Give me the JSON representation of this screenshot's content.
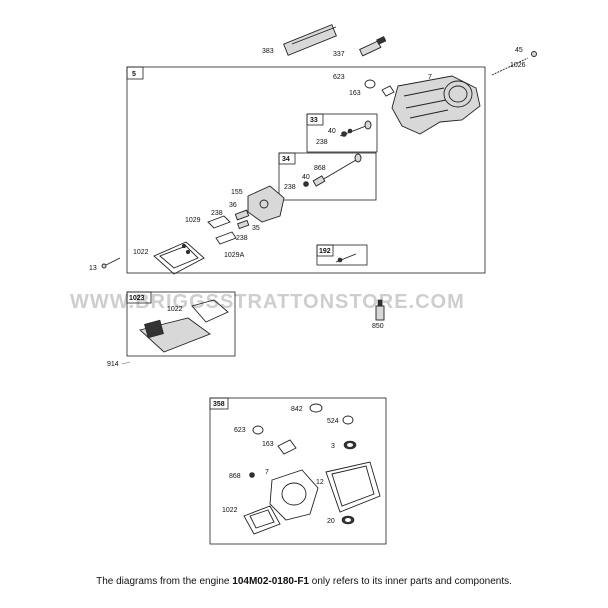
{
  "watermark": "WWW.BRIGGSSTRATTONSTORE.COM",
  "caption": {
    "before": "The diagrams from the engine ",
    "model": "104M02-0180-F1",
    "after": " only refers to its inner parts and components."
  },
  "parts": {
    "p383": "383",
    "p337": "337",
    "p45": "45",
    "p1026": "1026",
    "p623_top": "623",
    "p163_top": "163",
    "p7_top": "7",
    "p40_a": "40",
    "p238_a": "238",
    "p868_a": "868",
    "p40_b": "40",
    "p238_b": "238",
    "p155": "155",
    "p36": "36",
    "p238_c": "238",
    "p35": "35",
    "p1029": "1029",
    "p238_d": "238",
    "p1029a": "1029A",
    "p1022_a": "1022",
    "p13": "13",
    "p1022_b": "1022",
    "p850": "850",
    "p914": "914",
    "p842": "842",
    "p524": "524",
    "p623_kit": "623",
    "p163_kit": "163",
    "p3": "3",
    "p868_kit": "868",
    "p7_kit": "7",
    "p12": "12",
    "p1022_kit": "1022",
    "p20": "20"
  },
  "boxes": {
    "b5": "5",
    "b33": "33",
    "b34": "34",
    "b192": "192",
    "b1023": "1023",
    "b358": "358"
  }
}
